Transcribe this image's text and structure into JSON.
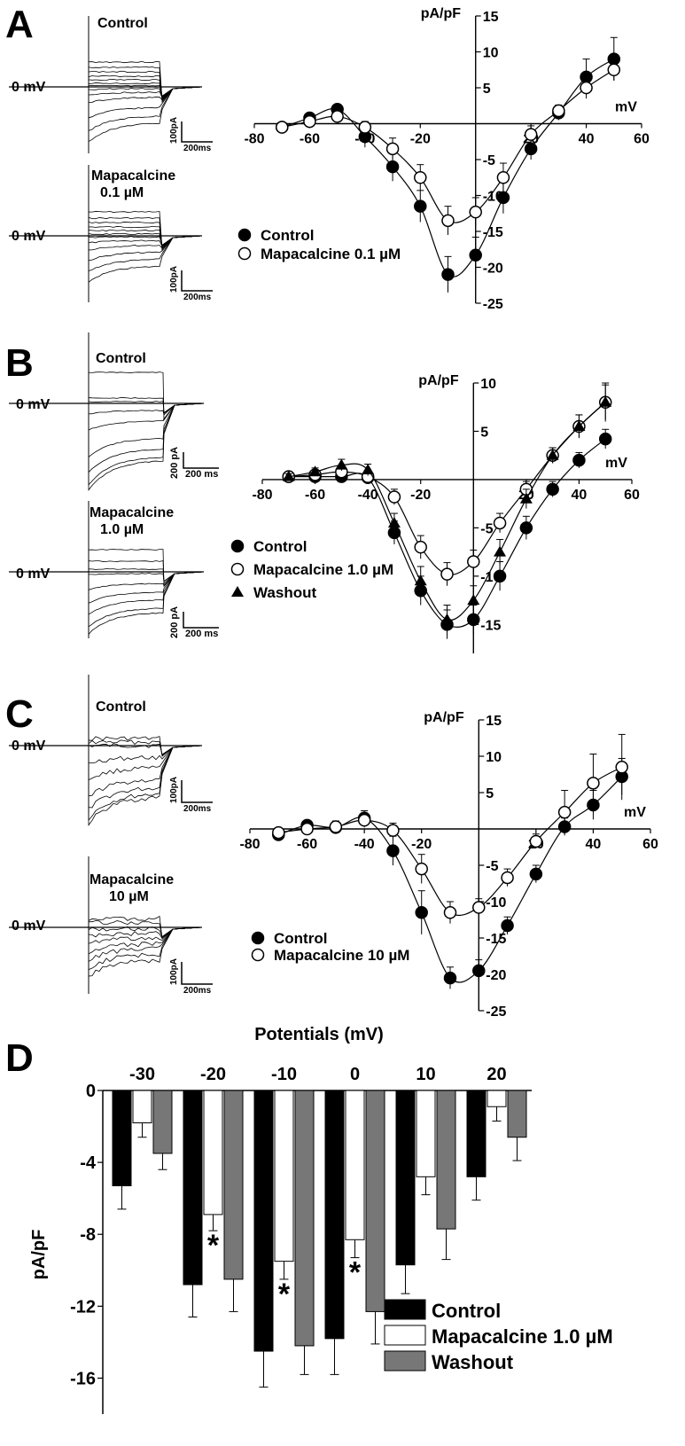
{
  "panels": {
    "A": {
      "letter": "A",
      "traces": {
        "top_label": "Control",
        "bottom_label_1": "Mapacalcine",
        "bottom_label_2": "0.1 µM",
        "zero_label": "0 mV",
        "scale_current": "100pA",
        "scale_time": "200ms"
      }
    },
    "B": {
      "letter": "B",
      "traces": {
        "top_label": "Control",
        "bottom_label_1": "Mapacalcine",
        "bottom_label_2": "1.0 µM",
        "zero_label": "0 mV",
        "scale_current": "200 pA",
        "scale_time": "200 ms"
      }
    },
    "C": {
      "letter": "C",
      "traces": {
        "top_label": "Control",
        "bottom_label_1": "Mapacalcine",
        "bottom_label_2": "10 µM",
        "zero_label": "0 mV",
        "scale_current": "100pA",
        "scale_time": "200ms"
      }
    },
    "D": {
      "letter": "D"
    }
  },
  "chart_data": [
    {
      "panel": "A",
      "type": "line",
      "xlabel": "mV",
      "ylabel": "pA/pF",
      "xlim": [
        -80,
        60
      ],
      "ylim": [
        -25,
        15
      ],
      "xticks": [
        "-80",
        "-60",
        "-40",
        "-20",
        "20",
        "40",
        "60"
      ],
      "yticks": [
        "15",
        "10",
        "5",
        "-5",
        "-10",
        "-15",
        "-20",
        "-25"
      ],
      "legend": "lower-left",
      "series": [
        {
          "name": "Control",
          "marker": "filled-circle",
          "x": [
            -70,
            -60,
            -50,
            -40,
            -30,
            -20,
            -10,
            0,
            10,
            20,
            30,
            40,
            50
          ],
          "y": [
            -0.5,
            0.8,
            2.0,
            -1.8,
            -6.0,
            -11.5,
            -21.0,
            -18.3,
            -10.3,
            -3.5,
            1.5,
            6.5,
            9.0
          ],
          "err": [
            0.4,
            0.5,
            0.6,
            1.5,
            2.0,
            2.2,
            2.5,
            2.5,
            2.2,
            1.5,
            1.0,
            2.5,
            3.0
          ]
        },
        {
          "name": "Mapacalcine 0.1 µM",
          "marker": "open-circle",
          "x": [
            -70,
            -60,
            -50,
            -40,
            -30,
            -20,
            -10,
            0,
            10,
            20,
            30,
            40,
            50
          ],
          "y": [
            -0.5,
            0.3,
            1.0,
            -0.5,
            -3.5,
            -7.5,
            -13.5,
            -12.3,
            -7.5,
            -1.5,
            1.8,
            5.0,
            7.5
          ],
          "err": [
            0.3,
            0.4,
            0.5,
            0.8,
            1.5,
            1.8,
            2.0,
            2.0,
            2.0,
            1.2,
            0.8,
            1.5,
            1.5
          ]
        }
      ]
    },
    {
      "panel": "B",
      "type": "line",
      "xlabel": "mV",
      "ylabel": "pA/pF",
      "xlim": [
        -80,
        60
      ],
      "ylim": [
        -18,
        10
      ],
      "xticks": [
        "-80",
        "-60",
        "-40",
        "-20",
        "20",
        "40",
        "60"
      ],
      "yticks": [
        "10",
        "5",
        "-5",
        "-10",
        "-15"
      ],
      "legend": "lower-left",
      "series": [
        {
          "name": "Control",
          "marker": "filled-circle",
          "x": [
            -70,
            -60,
            -50,
            -40,
            -30,
            -20,
            -10,
            0,
            10,
            20,
            30,
            40,
            50
          ],
          "y": [
            0.3,
            0.3,
            0.3,
            0.2,
            -5.5,
            -11.5,
            -15.0,
            -14.5,
            -10.0,
            -5.0,
            -1.0,
            2.0,
            4.2
          ],
          "err": [
            0.3,
            0.4,
            0.5,
            0.6,
            1.2,
            1.5,
            1.5,
            1.5,
            1.5,
            1.2,
            0.8,
            0.8,
            1.0
          ]
        },
        {
          "name": "Mapacalcine 1.0 µM",
          "marker": "open-circle",
          "x": [
            -70,
            -60,
            -50,
            -40,
            -30,
            -20,
            -10,
            0,
            10,
            20,
            30,
            40,
            50
          ],
          "y": [
            0.3,
            0.5,
            0.8,
            0.3,
            -1.8,
            -7.0,
            -9.8,
            -8.5,
            -4.5,
            -1.0,
            2.5,
            5.5,
            8.0
          ],
          "err": [
            0.3,
            0.4,
            0.5,
            0.5,
            0.8,
            1.2,
            1.2,
            1.2,
            1.0,
            0.8,
            0.8,
            1.2,
            1.8
          ]
        },
        {
          "name": "Washout",
          "marker": "filled-triangle",
          "x": [
            -70,
            -60,
            -50,
            -40,
            -30,
            -20,
            -10,
            0,
            10,
            20,
            30,
            40,
            50
          ],
          "y": [
            0.3,
            0.8,
            1.5,
            1.0,
            -4.5,
            -10.5,
            -14.5,
            -12.5,
            -7.5,
            -2.0,
            2.5,
            5.5,
            8.0
          ],
          "err": [
            0.3,
            0.4,
            0.6,
            0.6,
            1.0,
            1.5,
            1.5,
            1.5,
            1.3,
            1.0,
            0.8,
            1.2,
            2.0
          ]
        }
      ]
    },
    {
      "panel": "C",
      "type": "line",
      "xlabel": "mV",
      "ylabel": "pA/pF",
      "xlim": [
        -80,
        60
      ],
      "ylim": [
        -25,
        15
      ],
      "xticks": [
        "-80",
        "-60",
        "-40",
        "-20",
        "20",
        "40",
        "60"
      ],
      "yticks": [
        "15",
        "10",
        "5",
        "-5",
        "-10",
        "-15",
        "-20",
        "-25"
      ],
      "legend": "lower-left",
      "series": [
        {
          "name": "Control",
          "marker": "filled-circle",
          "x": [
            -70,
            -60,
            -50,
            -40,
            -30,
            -20,
            -10,
            0,
            10,
            20,
            30,
            40,
            50
          ],
          "y": [
            -0.8,
            0.5,
            0.2,
            1.5,
            -3.0,
            -11.5,
            -20.5,
            -19.5,
            -13.3,
            -6.2,
            0.3,
            3.3,
            7.2
          ],
          "err": [
            0.4,
            0.5,
            0.8,
            1.0,
            2.0,
            3.0,
            1.5,
            1.5,
            1.2,
            1.2,
            1.2,
            2.0,
            2.5
          ]
        },
        {
          "name": "Mapacalcine 10 µM",
          "marker": "open-circle",
          "x": [
            -70,
            -60,
            -50,
            -40,
            -30,
            -20,
            -10,
            0,
            10,
            20,
            30,
            40,
            50
          ],
          "y": [
            -0.5,
            0.0,
            0.3,
            1.2,
            -0.2,
            -5.5,
            -11.5,
            -10.8,
            -6.7,
            -1.7,
            2.3,
            6.3,
            8.5
          ],
          "err": [
            0.4,
            0.5,
            0.8,
            1.0,
            1.0,
            2.0,
            1.5,
            1.2,
            1.2,
            1.0,
            3.0,
            4.0,
            4.5
          ]
        }
      ]
    },
    {
      "panel": "D",
      "type": "bar",
      "title": "Potentials (mV)",
      "ylabel": "pA/pF",
      "categories": [
        "-30",
        "-20",
        "-10",
        "0",
        "10",
        "20"
      ],
      "ylim": [
        -18,
        0
      ],
      "yticks": [
        "0",
        "-4",
        "-8",
        "-12",
        "-16"
      ],
      "legend": "bottom-right",
      "series": [
        {
          "name": "Control",
          "color": "#000000",
          "values": [
            -5.3,
            -10.8,
            -14.5,
            -13.8,
            -9.7,
            -4.8
          ],
          "err": [
            1.3,
            1.8,
            2.0,
            2.0,
            1.6,
            1.3
          ]
        },
        {
          "name": "Mapacalcine 1.0 µM",
          "color": "#ffffff",
          "values": [
            -1.8,
            -6.9,
            -9.5,
            -8.3,
            -4.8,
            -0.9
          ],
          "err": [
            0.8,
            0.9,
            1.0,
            1.0,
            1.0,
            0.8
          ]
        },
        {
          "name": "Washout",
          "color": "#777777",
          "values": [
            -3.5,
            -10.5,
            -14.2,
            -12.3,
            -7.7,
            -2.6
          ],
          "err": [
            0.9,
            1.8,
            1.6,
            1.8,
            1.7,
            1.3
          ]
        }
      ],
      "significance": [
        {
          "category": "-20",
          "series": "Mapacalcine 1.0 µM",
          "mark": "*"
        },
        {
          "category": "-10",
          "series": "Mapacalcine 1.0 µM",
          "mark": "*"
        },
        {
          "category": "0",
          "series": "Mapacalcine 1.0 µM",
          "mark": "*"
        }
      ]
    }
  ]
}
